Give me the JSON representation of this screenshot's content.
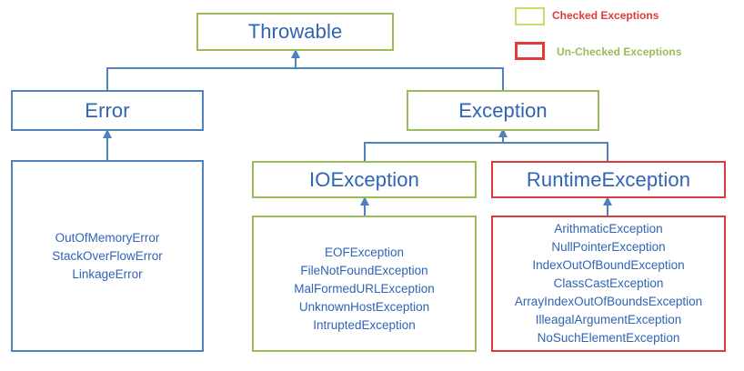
{
  "nodes": {
    "throwable": "Throwable",
    "error": "Error",
    "exception": "Exception",
    "io_exception": "IOException",
    "runtime_exception": "RuntimeException"
  },
  "lists": {
    "error_items": [
      "OutOfMemoryError",
      "StackOverFlowError",
      "LinkageError"
    ],
    "io_items": [
      "EOFException",
      "FileNotFoundException",
      "MalFormedURLException",
      "UnknownHostException",
      "IntruptedException"
    ],
    "runtime_items": [
      "ArithmaticException",
      "NullPointerException",
      "IndexOutOfBoundException",
      "ClassCastException",
      "ArrayIndexOutOfBoundsException",
      "IlleagalArgumentException",
      "NoSuchElementException"
    ]
  },
  "legend": {
    "checked": "Checked Exceptions",
    "unchecked": "Un-Checked Exceptions"
  },
  "colors": {
    "checked_border": "#9bbb59",
    "unchecked_border": "#e03b3b",
    "base_border": "#4f81bd",
    "text": "#2f64b6"
  }
}
